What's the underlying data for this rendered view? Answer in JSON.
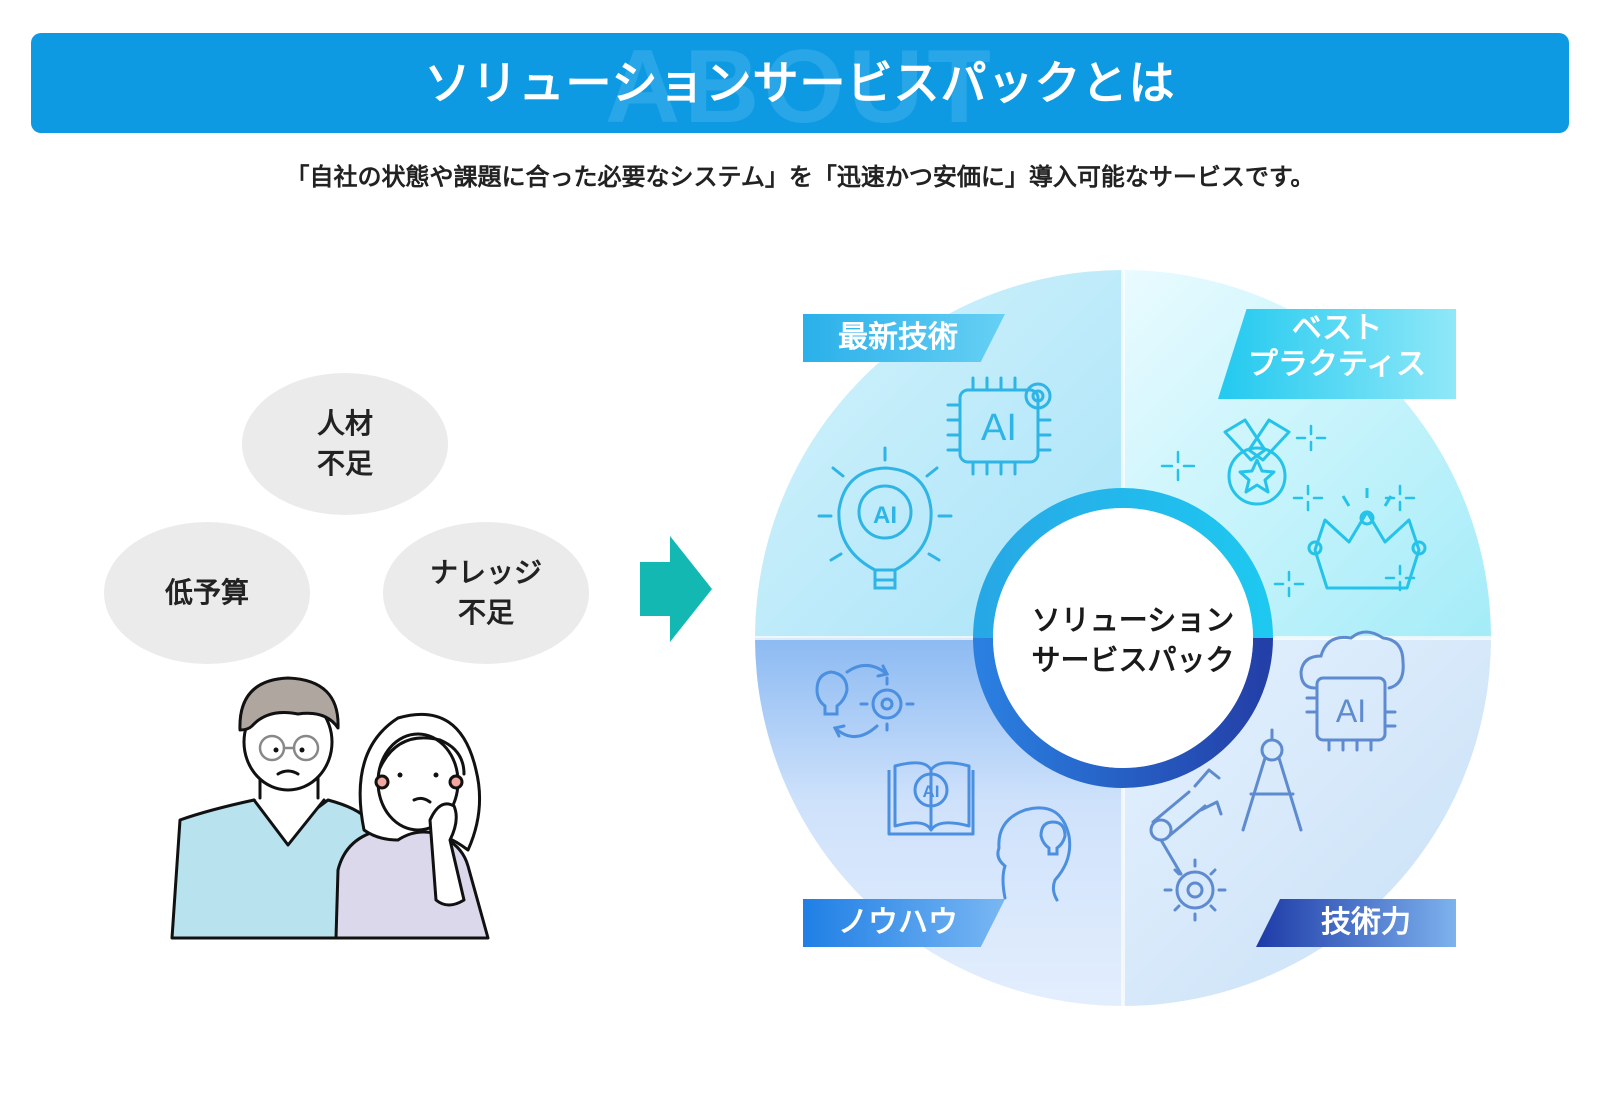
{
  "header": {
    "watermark": "ABOUT",
    "title": "ソリューションサービスパックとは"
  },
  "subtitle": "「自社の状態や課題に合った必要なシステム」を「迅速かつ安価に」導入可能なサービスです。",
  "problems": [
    {
      "label": "人材\n不足"
    },
    {
      "label": "低予算"
    },
    {
      "label": "ナレッジ\n不足"
    }
  ],
  "center": {
    "label": "ソリューション\nサービスパック"
  },
  "quadrants": [
    {
      "label": "最新技術",
      "icons": [
        "ai-chip-icon",
        "ai-lightbulb-icon"
      ],
      "color": "#2ab0ea"
    },
    {
      "label": "ベスト\nプラクティス",
      "icons": [
        "medal-icon",
        "crown-icon",
        "sparkle-icon"
      ],
      "color": "#22c9ef"
    },
    {
      "label": "ノウハウ",
      "icons": [
        "idea-gear-cycle-icon",
        "ai-book-icon",
        "head-idea-icon"
      ],
      "color": "#1f7fe5"
    },
    {
      "label": "技術力",
      "icons": [
        "ai-cloud-chip-icon",
        "compass-icon",
        "robot-arm-icon"
      ],
      "color": "#1d3aa7"
    }
  ],
  "colors": {
    "banner": "#0e9ae2",
    "arrow": "#14b8b3"
  }
}
